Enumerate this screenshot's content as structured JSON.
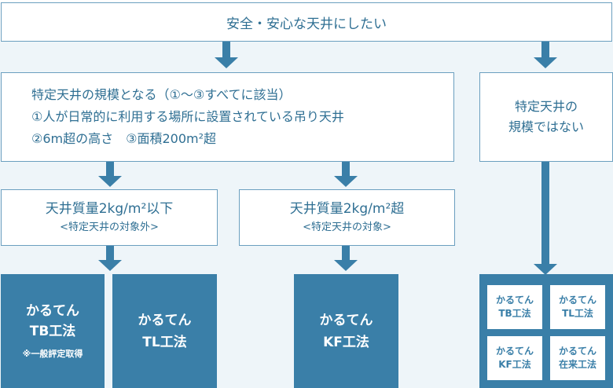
{
  "top": {
    "label": "安全・安心な天井にしたい"
  },
  "left_condition": {
    "line1": "特定天井の規模となる（①～③すべてに該当）",
    "line2": "①人が日常的に利用する場所に設置されている吊り天井",
    "line3": "②6m超の高さ　③面積200m²超"
  },
  "right_condition": {
    "line1": "特定天井の",
    "line2": "規模ではない"
  },
  "weight_low": {
    "title": "天井質量2kg/m²以下",
    "sub": "<特定天井の対象外>"
  },
  "weight_high": {
    "title": "天井質量2kg/m²超",
    "sub": "<特定天井の対象>"
  },
  "results": {
    "tb": {
      "line1": "かるてん",
      "line2": "TB工法",
      "note": "※一般評定取得"
    },
    "tl": {
      "line1": "かるてん",
      "line2": "TL工法"
    },
    "kf": {
      "line1": "かるてん",
      "line2": "KF工法"
    },
    "group": [
      {
        "line1": "かるてん",
        "line2": "TB工法"
      },
      {
        "line1": "かるてん",
        "line2": "TL工法"
      },
      {
        "line1": "かるてん",
        "line2": "KF工法"
      },
      {
        "line1": "かるてん",
        "line2": "在来工法"
      }
    ]
  },
  "colors": {
    "accent": "#3a7fa8",
    "border": "#6b9fbf",
    "band": "#eef5f9"
  }
}
